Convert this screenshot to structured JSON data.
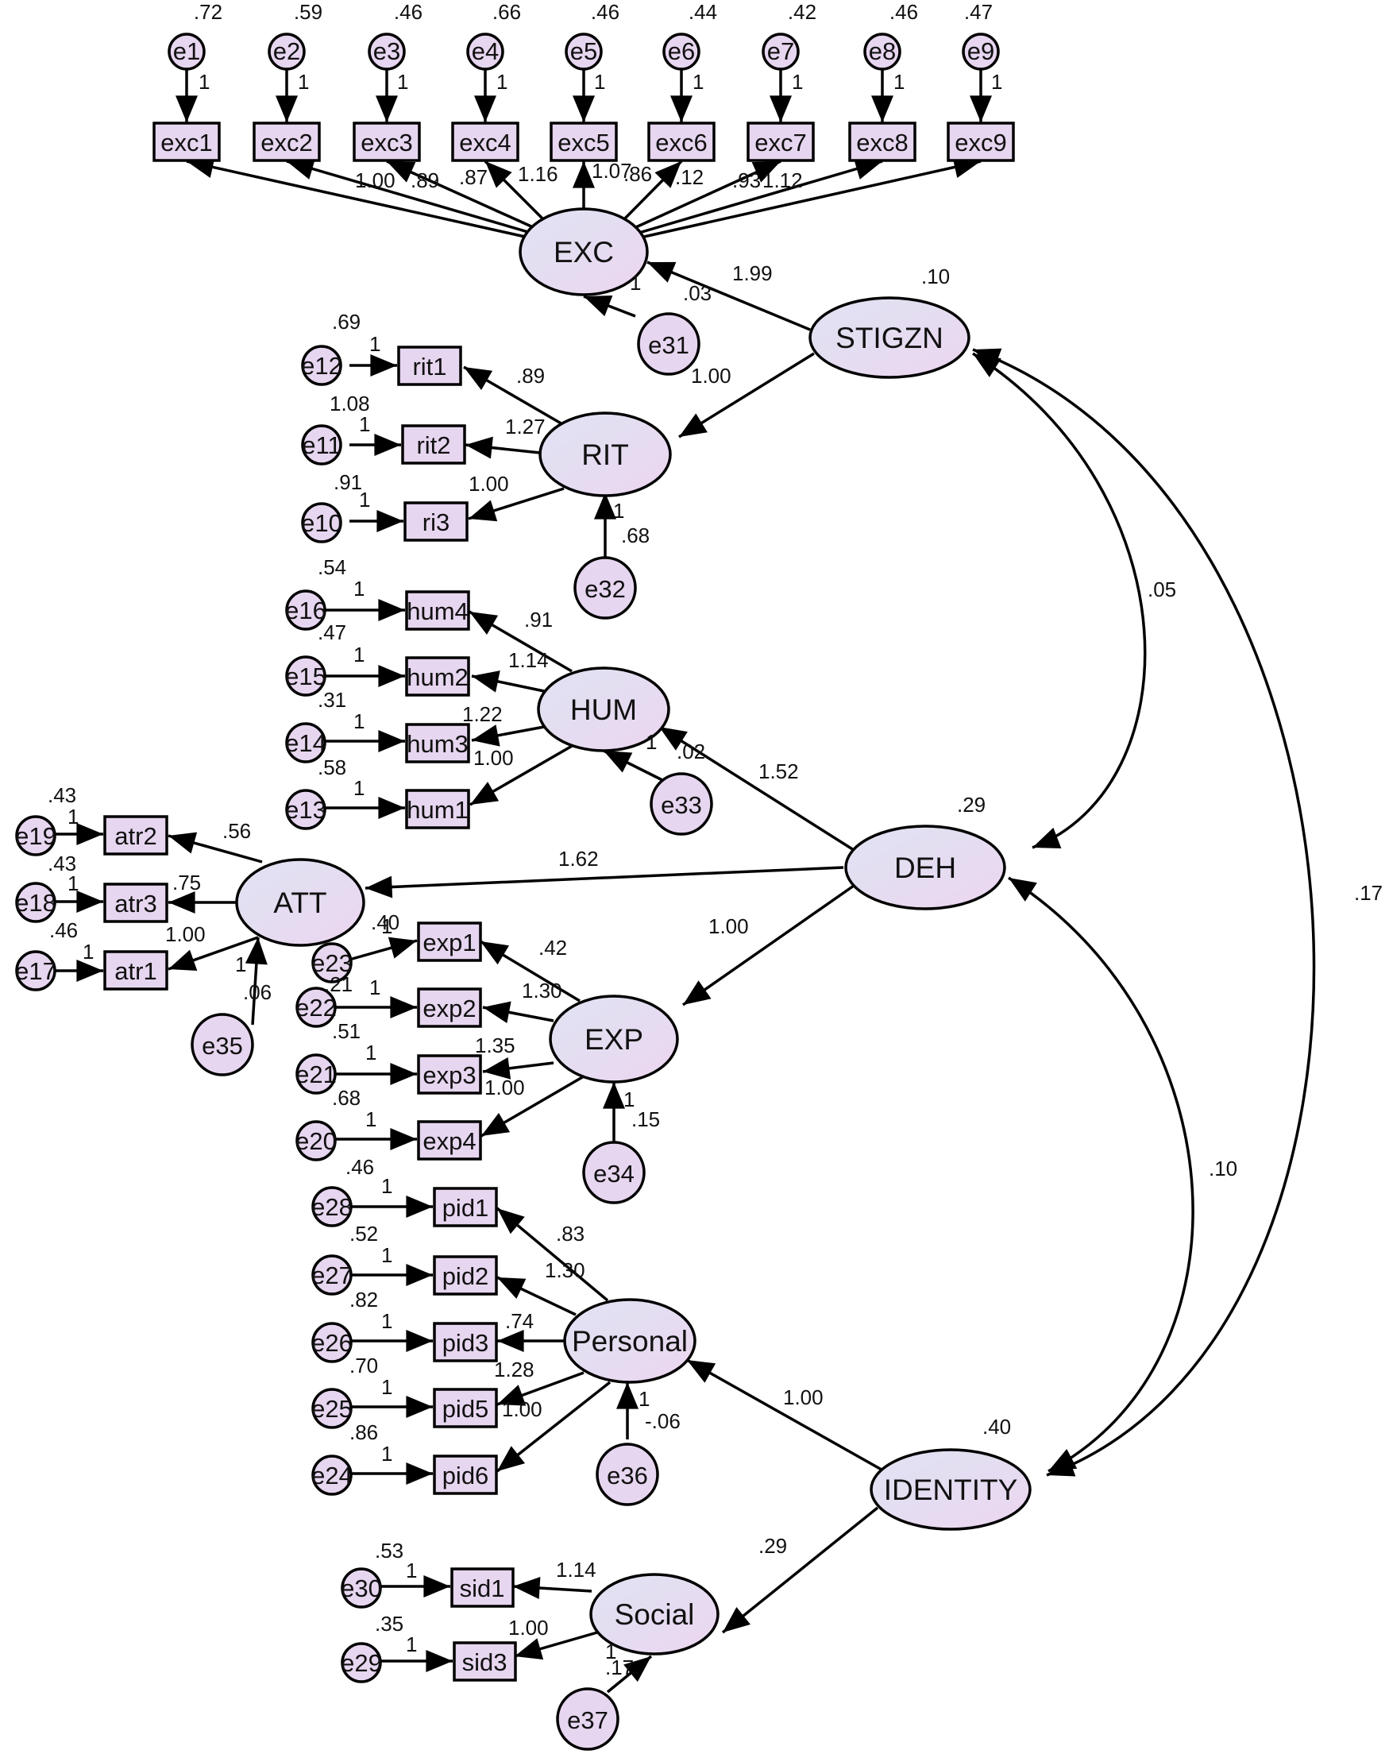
{
  "diagram": {
    "title": "Structural equation model path diagram",
    "colors": {
      "fill": "#e7d6f0",
      "latent_fill_start": "#dcdff0",
      "latent_fill_end": "#ecd9f2",
      "stroke": "#000000"
    },
    "latents": [
      {
        "id": "EXC",
        "label": "EXC"
      },
      {
        "id": "STIGZN",
        "label": "STIGZN"
      },
      {
        "id": "RIT",
        "label": "RIT"
      },
      {
        "id": "HUM",
        "label": "HUM"
      },
      {
        "id": "DEH",
        "label": "DEH"
      },
      {
        "id": "ATT",
        "label": "ATT"
      },
      {
        "id": "EXP",
        "label": "EXP"
      },
      {
        "id": "Personal",
        "label": "Personal"
      },
      {
        "id": "IDENTITY",
        "label": "IDENTITY"
      },
      {
        "id": "Social",
        "label": "Social"
      }
    ],
    "indicators": [
      {
        "id": "exc1",
        "label": "exc1"
      },
      {
        "id": "exc2",
        "label": "exc2"
      },
      {
        "id": "exc3",
        "label": "exc3"
      },
      {
        "id": "exc4",
        "label": "exc4"
      },
      {
        "id": "exc5",
        "label": "exc5"
      },
      {
        "id": "exc6",
        "label": "exc6"
      },
      {
        "id": "exc7",
        "label": "exc7"
      },
      {
        "id": "exc8",
        "label": "exc8"
      },
      {
        "id": "exc9",
        "label": "exc9"
      },
      {
        "id": "rit1",
        "label": "rit1"
      },
      {
        "id": "rit2",
        "label": "rit2"
      },
      {
        "id": "ri3",
        "label": "ri3"
      },
      {
        "id": "hum4",
        "label": "hum4"
      },
      {
        "id": "hum2",
        "label": "hum2"
      },
      {
        "id": "hum3",
        "label": "hum3"
      },
      {
        "id": "hum1",
        "label": "hum1"
      },
      {
        "id": "atr2",
        "label": "atr2"
      },
      {
        "id": "atr3",
        "label": "atr3"
      },
      {
        "id": "atr1",
        "label": "atr1"
      },
      {
        "id": "exp1",
        "label": "exp1"
      },
      {
        "id": "exp2",
        "label": "exp2"
      },
      {
        "id": "exp3",
        "label": "exp3"
      },
      {
        "id": "exp4",
        "label": "exp4"
      },
      {
        "id": "pid1",
        "label": "pid1"
      },
      {
        "id": "pid2",
        "label": "pid2"
      },
      {
        "id": "pid3",
        "label": "pid3"
      },
      {
        "id": "pid5",
        "label": "pid5"
      },
      {
        "id": "pid6",
        "label": "pid6"
      },
      {
        "id": "sid1",
        "label": "sid1"
      },
      {
        "id": "sid3",
        "label": "sid3"
      }
    ],
    "errors": [
      {
        "id": "e1",
        "label": "e1"
      },
      {
        "id": "e2",
        "label": "e2"
      },
      {
        "id": "e3",
        "label": "e3"
      },
      {
        "id": "e4",
        "label": "e4"
      },
      {
        "id": "e5",
        "label": "e5"
      },
      {
        "id": "e6",
        "label": "e6"
      },
      {
        "id": "e7",
        "label": "e7"
      },
      {
        "id": "e8",
        "label": "e8"
      },
      {
        "id": "e9",
        "label": "e9"
      },
      {
        "id": "e12",
        "label": "e12"
      },
      {
        "id": "e11",
        "label": "e11"
      },
      {
        "id": "e10",
        "label": "e10"
      },
      {
        "id": "e16",
        "label": "e16"
      },
      {
        "id": "e15",
        "label": "e15"
      },
      {
        "id": "e14",
        "label": "e14"
      },
      {
        "id": "e13",
        "label": "e13"
      },
      {
        "id": "e19",
        "label": "e19"
      },
      {
        "id": "e18",
        "label": "e18"
      },
      {
        "id": "e17",
        "label": "e17"
      },
      {
        "id": "e23",
        "label": "e23"
      },
      {
        "id": "e22",
        "label": "e22"
      },
      {
        "id": "e21",
        "label": "e21"
      },
      {
        "id": "e20",
        "label": "e20"
      },
      {
        "id": "e28",
        "label": "e28"
      },
      {
        "id": "e27",
        "label": "e27"
      },
      {
        "id": "e26",
        "label": "e26"
      },
      {
        "id": "e25",
        "label": "e25"
      },
      {
        "id": "e24",
        "label": "e24"
      },
      {
        "id": "e30",
        "label": "e30"
      },
      {
        "id": "e29",
        "label": "e29"
      },
      {
        "id": "e31",
        "label": "e31"
      },
      {
        "id": "e32",
        "label": "e32"
      },
      {
        "id": "e33",
        "label": "e33"
      },
      {
        "id": "e34",
        "label": "e34"
      },
      {
        "id": "e35",
        "label": "e35"
      },
      {
        "id": "e36",
        "label": "e36"
      },
      {
        "id": "e37",
        "label": "e37"
      }
    ],
    "estimates": {
      "var_e1": ".72",
      "var_e2": ".59",
      "var_e3": ".46",
      "var_e4": ".66",
      "var_e5": ".46",
      "var_e6": ".44",
      "var_e7": ".42",
      "var_e8": ".46",
      "var_e9": ".47",
      "fix_e_exc": "1",
      "l_exc2": "1.00",
      "l_exc3": ".89",
      "l_exc4": ".87",
      "l_exc5": "1.16",
      "l_exc6": "1.07",
      "l_exc6b": ".86",
      "l_exc7": ".12",
      "l_exc8": ".93",
      "l_exc9": "1.12",
      "stig_exc": "1.99",
      "var_stigzn": ".10",
      "var_e31": ".03",
      "fix_e31": "1",
      "stig_rit": "1.00",
      "var_e12": ".69",
      "var_e11": "1.08",
      "var_e10": ".91",
      "l_rit1": ".89",
      "l_rit2": "1.27",
      "l_ri3": "1.00",
      "var_e32": ".68",
      "fix_e32": "1",
      "cov_stig_deh": ".05",
      "var_e16": ".54",
      "var_e15": ".47",
      "var_e14": ".31",
      "var_e13": ".58",
      "l_hum4": ".91",
      "l_hum2": "1.14",
      "l_hum3": "1.22",
      "l_hum1": "1.00",
      "var_e33": ".02",
      "fix_e33": "1",
      "deh_hum": "1.52",
      "var_deh": ".29",
      "var_e19": ".43",
      "var_e18": ".43",
      "var_e17": ".46",
      "l_atr2": ".56",
      "l_atr3": ".75",
      "l_atr1": "1.00",
      "deh_att": "1.62",
      "var_e35": ".06",
      "fix_e35": "1",
      "var_e23": ".40",
      "deh_exp": "1.00",
      "l_exp1": ".42",
      "l_exp2": "1.30",
      "l_exp3": "1.35",
      "l_exp4": "1.00",
      "var_e22": ".21",
      "var_e21": ".51",
      "var_e20": ".68",
      "var_e34": ".15",
      "fix_e34": "1",
      "cov_stig_identity": ".17",
      "cov_deh_identity": ".10",
      "var_e28": ".46",
      "var_e27": ".52",
      "var_e26": ".82",
      "var_e25": ".70",
      "var_e24": ".86",
      "l_pid1": ".83",
      "l_pid2": "1.30",
      "l_pid3": ".74",
      "l_pid5": "1.28",
      "l_pid6": "1.00",
      "var_e36": "-.06",
      "fix_e36": "1",
      "identity_personal": "1.00",
      "var_identity": ".40",
      "var_e30": ".53",
      "var_e29": ".35",
      "l_sid1": "1.14",
      "l_sid3": "1.00",
      "identity_social": ".29",
      "var_e37": ".17",
      "fix_e37": "1",
      "fix_one": "1"
    }
  }
}
